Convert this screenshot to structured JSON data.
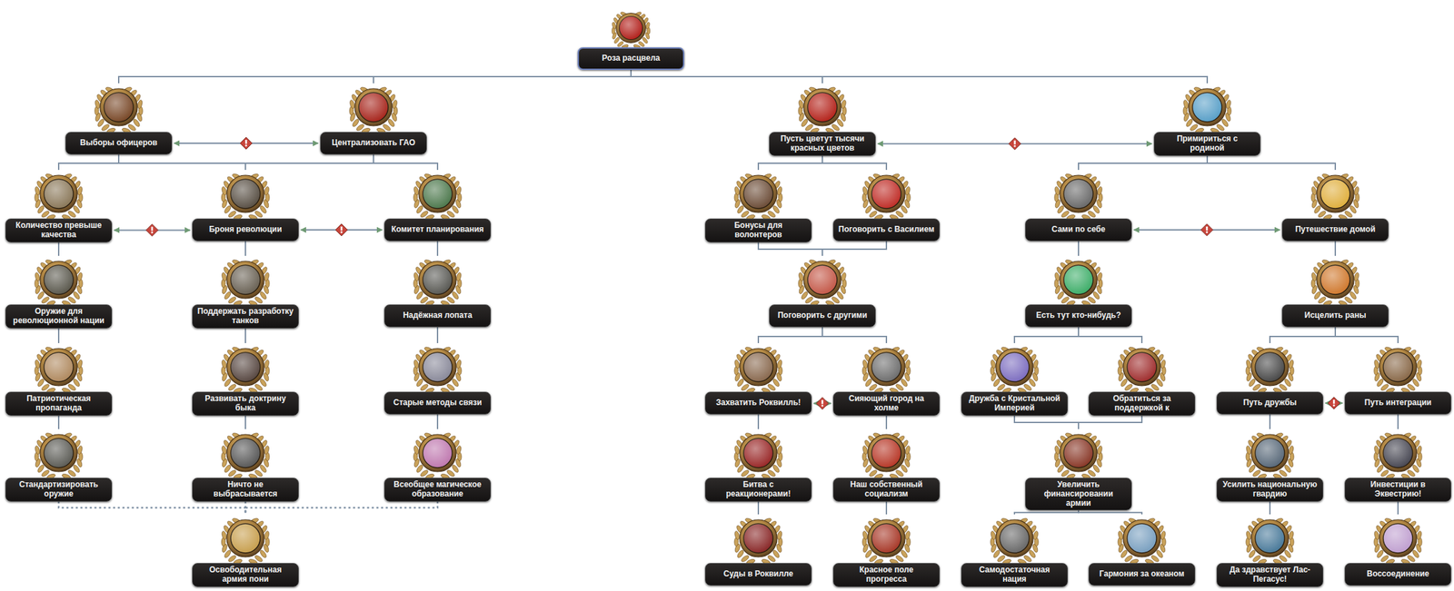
{
  "diagram": {
    "nodes": [
      {
        "text": [
          "Роза расцвела"
        ]
      },
      {
        "text": [
          "Выборы офицеров"
        ]
      },
      {
        "text": [
          "Централизовать ГАО"
        ]
      },
      {
        "text": [
          "Пусть цветут тысячи красных цветов"
        ]
      },
      {
        "text": [
          "Примириться с родиной"
        ]
      },
      {
        "text": [
          "Количество превыше качества"
        ]
      },
      {
        "text": [
          "Броня революции"
        ]
      },
      {
        "text": [
          "Комитет планирования"
        ]
      },
      {
        "text": [
          "Бонусы для волонтеров"
        ]
      },
      {
        "text": [
          "Поговорить с Василием"
        ]
      },
      {
        "text": [
          "Сами по себе"
        ]
      },
      {
        "text": [
          "Путешествие домой"
        ]
      },
      {
        "text": [
          "Оружие для революционной нации"
        ]
      },
      {
        "text": [
          "Поддержать разработку танков"
        ]
      },
      {
        "text": [
          "Надёжная лопата"
        ]
      },
      {
        "text": [
          "Поговорить с другими"
        ]
      },
      {
        "text": [
          "Есть тут кто-нибудь?"
        ]
      },
      {
        "text": [
          "Исцелить раны"
        ]
      },
      {
        "text": [
          "Патриотическая пропаганда"
        ]
      },
      {
        "text": [
          "Развивать доктрину быка"
        ]
      },
      {
        "text": [
          "Старые методы связи"
        ]
      },
      {
        "text": [
          "Захватить Роквилль!"
        ]
      },
      {
        "text": [
          "Сияющий город на холме"
        ]
      },
      {
        "text": [
          "Дружба с Кристальной Империей"
        ]
      },
      {
        "text": [
          "Обратиться за поддержкой к"
        ]
      },
      {
        "text": [
          "Путь дружбы"
        ]
      },
      {
        "text": [
          "Путь интеграции"
        ]
      },
      {
        "text": [
          "Стандартизировать оружие"
        ]
      },
      {
        "text": [
          "Ничто не выбрасывается"
        ]
      },
      {
        "text": [
          "Всеобщее магическое образование"
        ]
      },
      {
        "text": [
          "Битва с реакционерами!"
        ]
      },
      {
        "text": [
          "Наш собственный социализм"
        ]
      },
      {
        "text": [
          "Увеличить финансировании армии"
        ]
      },
      {
        "text": [
          "Усилить национальную гвардию"
        ]
      },
      {
        "text": [
          "Инвестиции в Эквестрию!"
        ]
      },
      {
        "text": [
          "Освободительная армия пони"
        ]
      },
      {
        "text": [
          "Суды в Роквилле"
        ]
      },
      {
        "text": [
          "Красное поле прогресса"
        ]
      },
      {
        "text": [
          "Самодостаточная нация"
        ]
      },
      {
        "text": [
          "Гармония за океаном"
        ]
      },
      {
        "text": [
          "Да здравствует Лас-Пегасус!"
        ]
      },
      {
        "text": [
          "Воссоединение"
        ]
      }
    ],
    "edges": [
      {
        "from": 0,
        "to": 1,
        "arrow": "none"
      },
      {
        "from": 0,
        "to": 2,
        "arrow": "none"
      },
      {
        "from": 0,
        "to": 3,
        "arrow": "none"
      },
      {
        "from": 0,
        "to": 4,
        "arrow": "none"
      },
      {
        "from": 1,
        "to": 2,
        "arrow": "both"
      },
      {
        "from": 3,
        "to": 4,
        "arrow": "both"
      },
      {
        "from": 1,
        "to": 5,
        "arrow": "none"
      },
      {
        "from": 1,
        "to": 6,
        "arrow": "none"
      },
      {
        "from": 2,
        "to": 6,
        "arrow": "none"
      },
      {
        "from": 2,
        "to": 7,
        "arrow": "none"
      },
      {
        "from": 5,
        "to": 6,
        "arrow": "both"
      },
      {
        "from": 6,
        "to": 7,
        "arrow": "both"
      },
      {
        "from": 5,
        "to": 12,
        "arrow": "none"
      },
      {
        "from": 6,
        "to": 13,
        "arrow": "none"
      },
      {
        "from": 7,
        "to": 14,
        "arrow": "none"
      },
      {
        "from": 12,
        "to": 18,
        "arrow": "none"
      },
      {
        "from": 13,
        "to": 19,
        "arrow": "none"
      },
      {
        "from": 14,
        "to": 20,
        "arrow": "none"
      },
      {
        "from": 18,
        "to": 27,
        "arrow": "none"
      },
      {
        "from": 19,
        "to": 28,
        "arrow": "none"
      },
      {
        "from": 20,
        "to": 29,
        "arrow": "none"
      },
      {
        "from": 27,
        "to": 35,
        "arrow": "none"
      },
      {
        "from": 28,
        "to": 35,
        "arrow": "none"
      },
      {
        "from": 29,
        "to": 35,
        "arrow": "none"
      },
      {
        "from": 3,
        "to": 8,
        "arrow": "none"
      },
      {
        "from": 3,
        "to": 9,
        "arrow": "none"
      },
      {
        "from": 8,
        "to": 15,
        "arrow": "none"
      },
      {
        "from": 9,
        "to": 15,
        "arrow": "none"
      },
      {
        "from": 15,
        "to": 21,
        "arrow": "none"
      },
      {
        "from": 15,
        "to": 22,
        "arrow": "none"
      },
      {
        "from": 21,
        "to": 22,
        "arrow": "both"
      },
      {
        "from": 21,
        "to": 30,
        "arrow": "none"
      },
      {
        "from": 22,
        "to": 31,
        "arrow": "none"
      },
      {
        "from": 30,
        "to": 36,
        "arrow": "none"
      },
      {
        "from": 31,
        "to": 37,
        "arrow": "none"
      },
      {
        "from": 4,
        "to": 10,
        "arrow": "none"
      },
      {
        "from": 4,
        "to": 11,
        "arrow": "none"
      },
      {
        "from": 10,
        "to": 11,
        "arrow": "both"
      },
      {
        "from": 10,
        "to": 16,
        "arrow": "none"
      },
      {
        "from": 11,
        "to": 17,
        "arrow": "none"
      },
      {
        "from": 16,
        "to": 23,
        "arrow": "none"
      },
      {
        "from": 16,
        "to": 24,
        "arrow": "none"
      },
      {
        "from": 23,
        "to": 32,
        "arrow": "none"
      },
      {
        "from": 24,
        "to": 32,
        "arrow": "none"
      },
      {
        "from": 32,
        "to": 38,
        "arrow": "none"
      },
      {
        "from": 32,
        "to": 39,
        "arrow": "none"
      },
      {
        "from": 17,
        "to": 25,
        "arrow": "none"
      },
      {
        "from": 17,
        "to": 26,
        "arrow": "none"
      },
      {
        "from": 25,
        "to": 26,
        "arrow": "both"
      },
      {
        "from": 25,
        "to": 33,
        "arrow": "none"
      },
      {
        "from": 26,
        "to": 34,
        "arrow": "none"
      },
      {
        "from": 33,
        "to": 40,
        "arrow": "none"
      },
      {
        "from": 34,
        "to": 41,
        "arrow": "none"
      }
    ]
  }
}
